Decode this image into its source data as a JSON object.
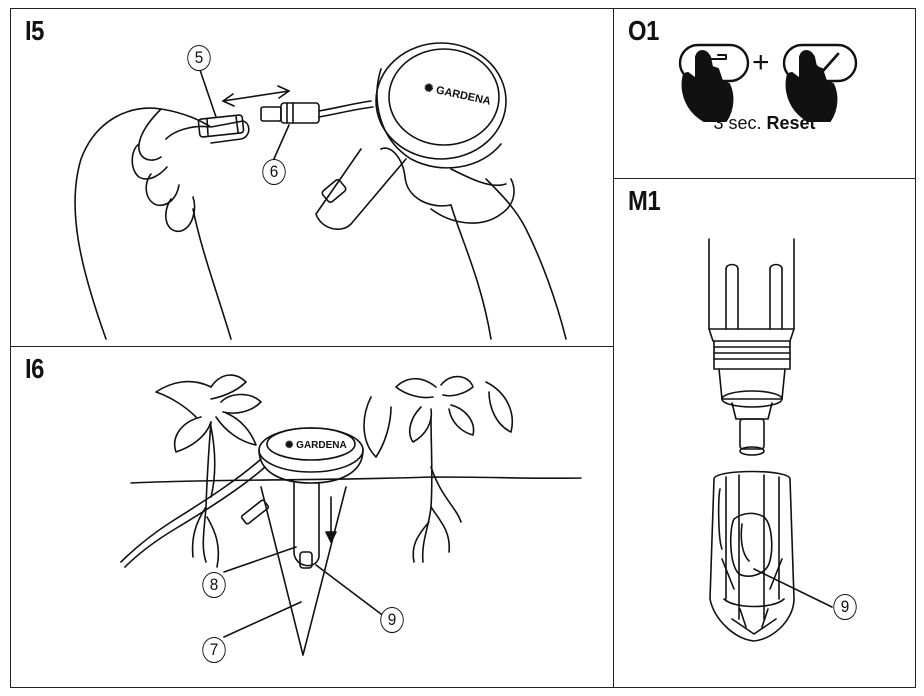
{
  "panels": {
    "i5": {
      "title": "I5",
      "brand": "GARDENA",
      "callouts": [
        "5",
        "6"
      ]
    },
    "i6": {
      "title": "I6",
      "brand": "GARDENA",
      "callouts": [
        "8",
        "9",
        "7"
      ]
    },
    "o1": {
      "title": "O1",
      "plus": "+",
      "reset_time": "3 sec.",
      "reset_label": "Reset"
    },
    "m1": {
      "title": "M1",
      "callouts": [
        "9"
      ]
    }
  }
}
